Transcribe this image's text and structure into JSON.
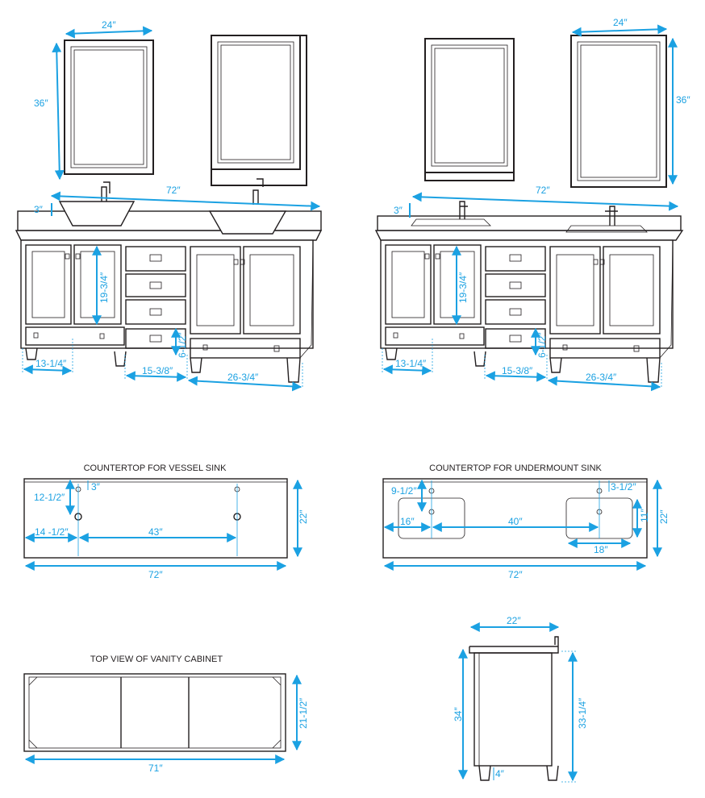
{
  "accent_color": "#1ba1e2",
  "vessel_elevation": {
    "mirror_width": "24″",
    "mirror_height": "36″",
    "overall_width": "72″",
    "backsplash": "3″",
    "door_height": "19-3/4″",
    "drawer_height": "6-1/2″",
    "side_width": "13-1/4″",
    "center_width": "15-3/8″",
    "right_width": "26-3/4″"
  },
  "undermount_elevation": {
    "mirror_width": "24″",
    "mirror_height": "36″",
    "overall_width": "72″",
    "backsplash": "3″",
    "door_height": "19-3/4″",
    "drawer_height": "6-1/2″",
    "side_width": "13-1/4″",
    "center_width": "15-3/8″",
    "right_width": "26-3/4″"
  },
  "vessel_countertop": {
    "title": "COUNTERTOP FOR VESSEL SINK",
    "faucet_from_back": "3″",
    "drain_from_back": "12-1/2″",
    "left_offset": "14 -1/2″",
    "center_spacing": "43″",
    "depth": "22″",
    "width": "72″"
  },
  "undermount_countertop": {
    "title": "COUNTERTOP FOR UNDERMOUNT SINK",
    "drain_from_back": "9-1/2″",
    "faucet_from_back": "3-1/2″",
    "left_offset": "16″",
    "center_spacing": "40″",
    "sink_depth": "11″",
    "sink_width": "18″",
    "depth": "22″",
    "width": "72″"
  },
  "top_view": {
    "title": "TOP VIEW OF VANITY CABINET",
    "depth": "21-1/2″",
    "width": "71″"
  },
  "side_view": {
    "depth": "22″",
    "cabinet_height": "34″",
    "overall_height": "33-1/4″",
    "leg_height": "4″"
  }
}
